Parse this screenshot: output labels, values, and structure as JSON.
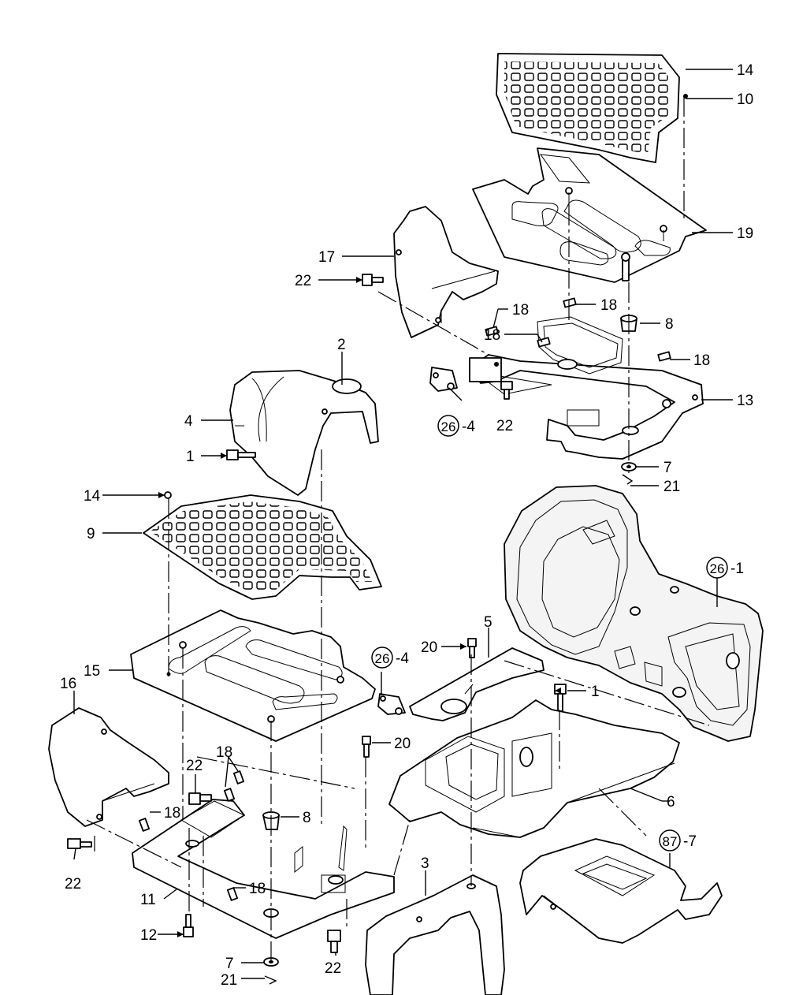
{
  "callouts": [
    {
      "id": "c14a",
      "text": "14"
    },
    {
      "id": "c10",
      "text": "10"
    },
    {
      "id": "c19",
      "text": "19"
    },
    {
      "id": "c17",
      "text": "17"
    },
    {
      "id": "c22a",
      "text": "22"
    },
    {
      "id": "c18a",
      "text": "18"
    },
    {
      "id": "c18b",
      "text": "18"
    },
    {
      "id": "c8a",
      "text": "8"
    },
    {
      "id": "c18c",
      "text": "18"
    },
    {
      "id": "c18d",
      "text": "18"
    },
    {
      "id": "c2",
      "text": "2"
    },
    {
      "id": "c13",
      "text": "13"
    },
    {
      "id": "c4",
      "text": "4"
    },
    {
      "id": "c22b",
      "text": "22"
    },
    {
      "id": "c1a",
      "text": "1"
    },
    {
      "id": "c7a",
      "text": "7"
    },
    {
      "id": "c21a",
      "text": "21"
    },
    {
      "id": "c14b",
      "text": "14"
    },
    {
      "id": "c9",
      "text": "9"
    },
    {
      "id": "c5",
      "text": "5"
    },
    {
      "id": "c20a",
      "text": "20"
    },
    {
      "id": "c15",
      "text": "15"
    },
    {
      "id": "c16",
      "text": "16"
    },
    {
      "id": "c1b",
      "text": "1"
    },
    {
      "id": "c20b",
      "text": "20"
    },
    {
      "id": "c22c",
      "text": "22"
    },
    {
      "id": "c18e",
      "text": "18"
    },
    {
      "id": "c18f",
      "text": "18"
    },
    {
      "id": "c8b",
      "text": "8"
    },
    {
      "id": "c6",
      "text": "6"
    },
    {
      "id": "c22d",
      "text": "22"
    },
    {
      "id": "c11",
      "text": "11"
    },
    {
      "id": "c18g",
      "text": "18"
    },
    {
      "id": "c3",
      "text": "3"
    },
    {
      "id": "c12",
      "text": "12"
    },
    {
      "id": "c22e",
      "text": "22"
    },
    {
      "id": "c7b",
      "text": "7"
    },
    {
      "id": "c21b",
      "text": "21"
    }
  ],
  "references": [
    {
      "id": "r26a",
      "num": "26",
      "suffix": "-4"
    },
    {
      "id": "r26b",
      "num": "26",
      "suffix": "-1"
    },
    {
      "id": "r26c",
      "num": "26",
      "suffix": "-4"
    },
    {
      "id": "r87",
      "num": "87",
      "suffix": "-7"
    }
  ]
}
